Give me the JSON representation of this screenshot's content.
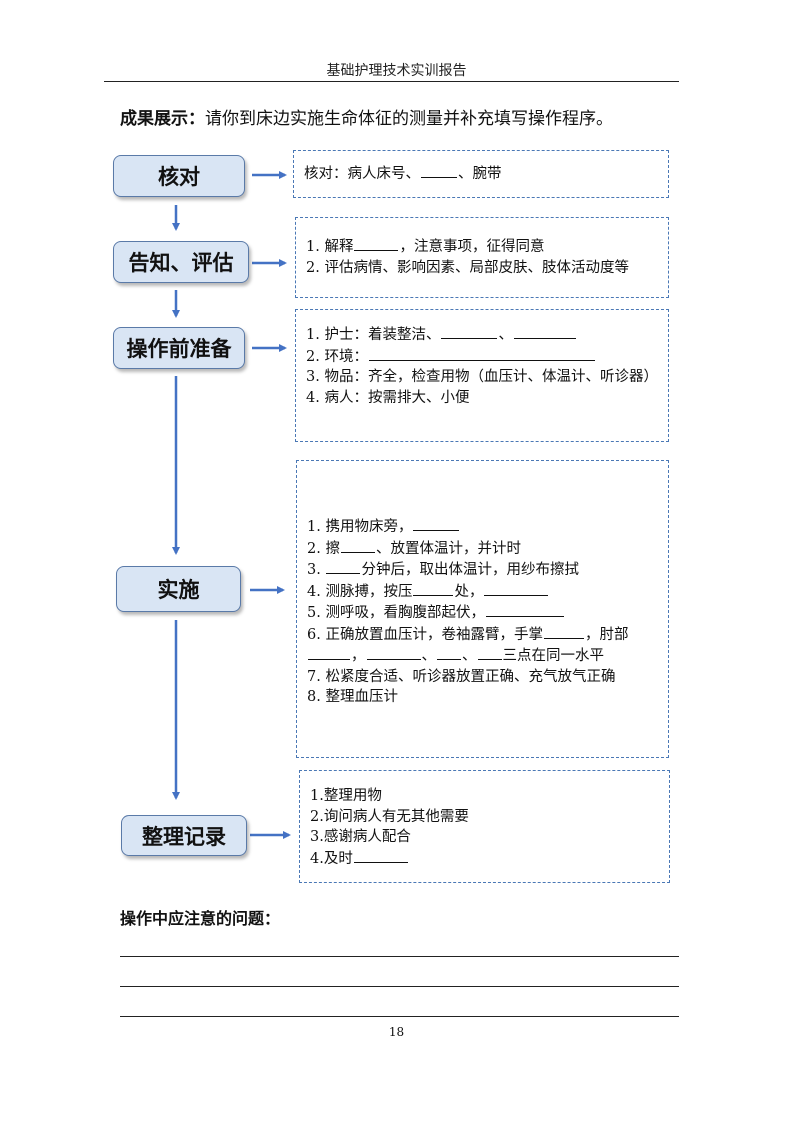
{
  "header": {
    "title": "基础护理技术实训报告"
  },
  "intro": {
    "label": "成果展示：",
    "text": "请你到床边实施生命体征的测量并补充填写操作程序。"
  },
  "steps": {
    "verify": {
      "title": "核对",
      "lines": [
        {
          "a": "核对：病人床号、",
          "b": "、腕带"
        }
      ]
    },
    "inform": {
      "title": "告知、评估",
      "lines": [
        {
          "a": "1. 解释",
          "b": "，注意事项，征得同意"
        },
        {
          "a": "2. 评估病情、影响因素、局部皮肤、肢体活动度等"
        }
      ]
    },
    "prepare": {
      "title": "操作前准备",
      "lines": [
        {
          "a": "1. 护士：着装整洁、",
          "b": "、"
        },
        {
          "a": "2. 环境："
        },
        {
          "a": "3. 物品：齐全，检查用物（血压计、体温计、听诊器）"
        },
        {
          "a": "4. 病人：按需排大、小便"
        }
      ]
    },
    "implement": {
      "title": "实施",
      "lines": [
        {
          "a": "1. 携用物床旁，"
        },
        {
          "a": "2. 擦",
          "b": "、放置体温计，并计时"
        },
        {
          "a": "3. ",
          "b": "分钟后，取出体温计，用纱布擦拭"
        },
        {
          "a": "4. 测脉搏，按压",
          "b": "处，"
        },
        {
          "a": "5. 测呼吸，看胸腹部起伏，"
        },
        {
          "a": "6. 正确放置血压计，卷袖露臂，手掌",
          "b": "，肘部",
          "c": "，",
          "d": "、",
          "e": "、",
          "f": "三点在同一水平"
        },
        {
          "a": "7. 松紧度合适、听诊器放置正确、充气放气正确"
        },
        {
          "a": "8. 整理血压计"
        }
      ]
    },
    "record": {
      "title": "整理记录",
      "lines": [
        {
          "a": "1.整理用物"
        },
        {
          "a": "2.询问病人有无其他需要"
        },
        {
          "a": "3.感谢病人配合"
        },
        {
          "a": "4.及时"
        }
      ]
    }
  },
  "notes": {
    "title": "操作中应注意的问题："
  },
  "footer": {
    "page_number": "18"
  }
}
